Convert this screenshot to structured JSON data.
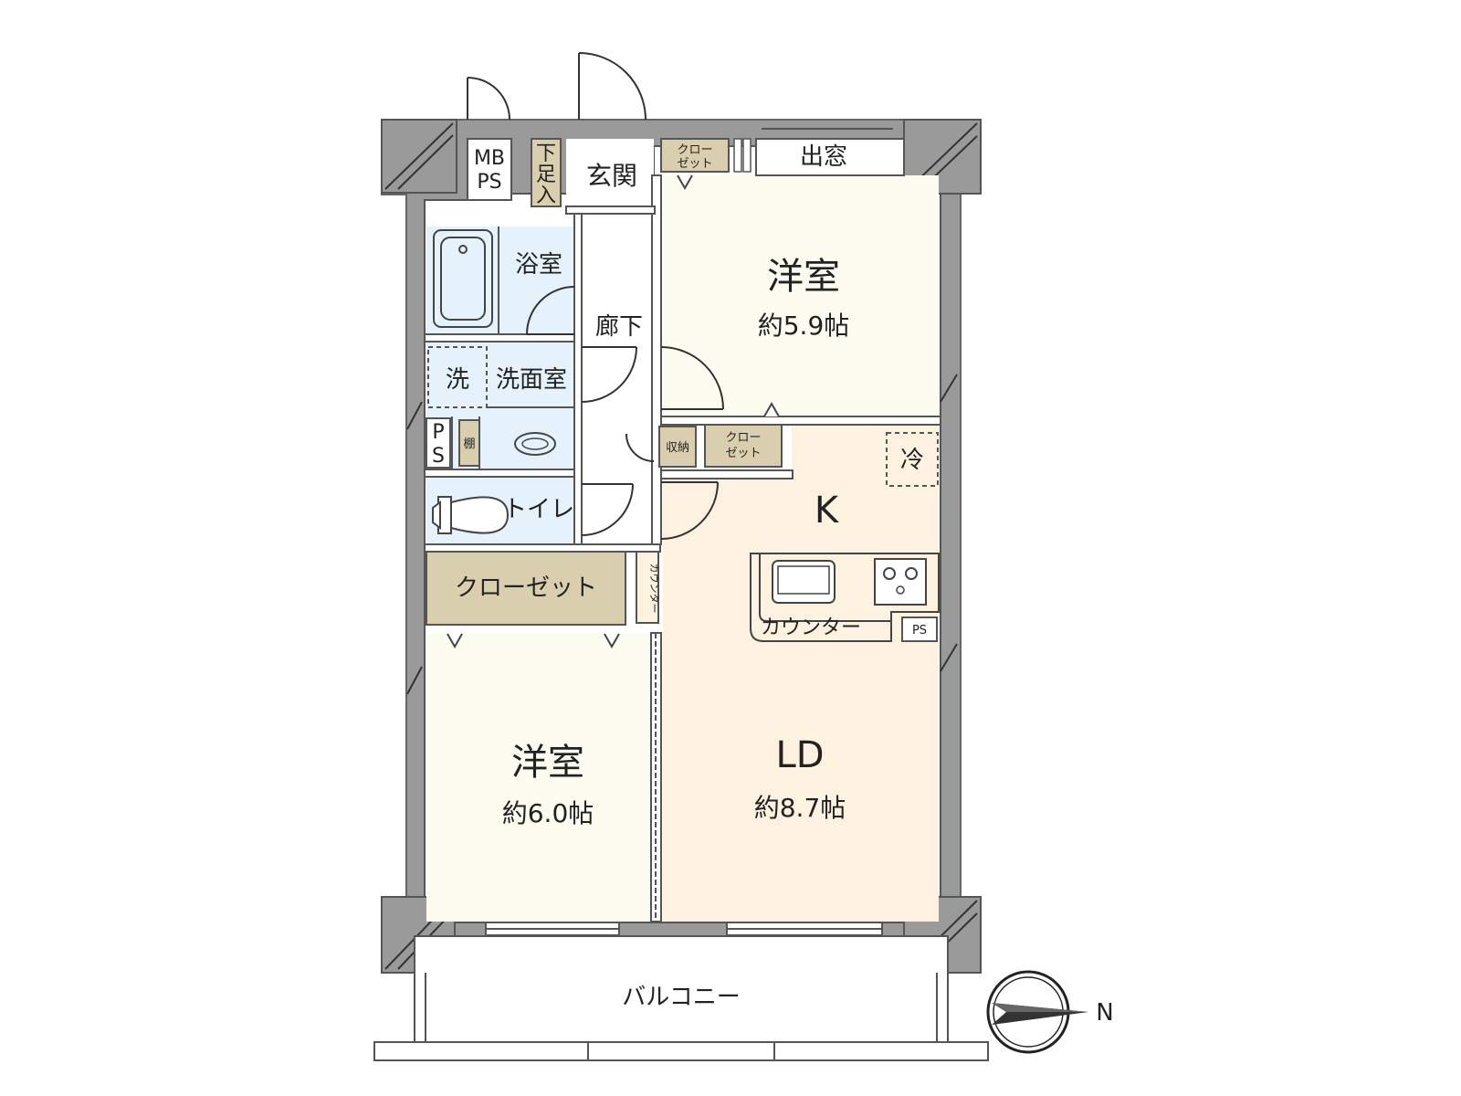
{
  "colors": {
    "wall": "#9a9a9a",
    "western_room": "#fdfcf0",
    "ldk": "#fdf1e0",
    "wet_area": "#e5f2fb",
    "storage": "#d9cfae",
    "corridor": "#ffffff"
  },
  "rooms": {
    "entrance": "玄関",
    "shoe_box": "下足入",
    "mb_ps": "MB\nPS",
    "closet_top": "クロー\nゼット",
    "bay_window": "出窓",
    "bath": "浴室",
    "corridor": "廊下",
    "washroom": "洗面室",
    "washer": "洗",
    "ps_small": "P\nS",
    "shelf": "棚",
    "storage": "収納",
    "closet_mid": "クロー\nゼット",
    "toilet": "トイレ",
    "closet_big": "クローゼット",
    "counter_small": "カウンター",
    "fridge": "冷",
    "kitchen": "K",
    "counter": "カウンター",
    "ps_kitchen": "PS",
    "balcony": "バルコニー"
  },
  "bedroom1": {
    "name": "洋室",
    "area": "約5.9帖"
  },
  "bedroom2": {
    "name": "洋室",
    "area": "約6.0帖"
  },
  "living": {
    "name": "LD",
    "area": "約8.7帖"
  },
  "compass": {
    "label": "N"
  }
}
